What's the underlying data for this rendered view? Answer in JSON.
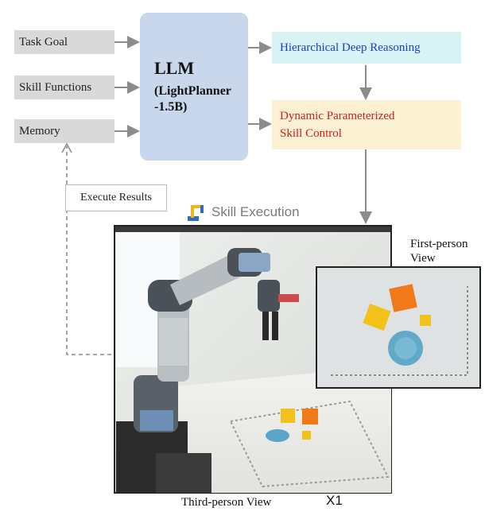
{
  "inputs": {
    "task_goal": "Task Goal",
    "skill_functions": "Skill Functions",
    "memory": "Memory"
  },
  "llm": {
    "title": "LLM",
    "model_line1": "(LightPlanner",
    "model_line2": "-1.5B)"
  },
  "outputs": {
    "reasoning": "Hierarchical Deep Reasoning",
    "skill_control_line1": "Dynamic Parameterized",
    "skill_control_line2": "Skill Control"
  },
  "feedback": {
    "execute_results": "Execute Results"
  },
  "execution": {
    "label": "Skill Execution",
    "icon": "robot-arm-icon",
    "first_person_caption_line1": "First-person",
    "first_person_caption_line2": "View",
    "third_person_caption": "Third-person View",
    "speed": "X1"
  },
  "colors": {
    "input_bg": "#d9d9d9",
    "llm_bg": "#c9d7ec",
    "reasoning_bg": "#d9f2f3",
    "reasoning_text": "#1a3fc7",
    "skill_control_bg": "#fbf0d2",
    "skill_control_text": "#cc1f1f",
    "arrow": "#8c8c8c"
  }
}
